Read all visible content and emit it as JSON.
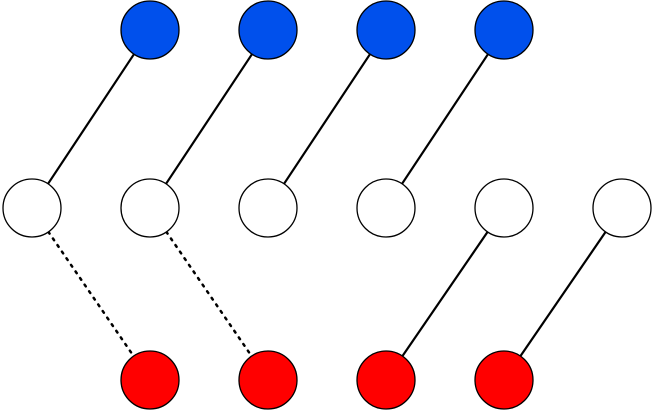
{
  "colors": {
    "top": "#0050ec",
    "middle": "#ffffff",
    "bottom": "#ff0000",
    "stroke": "#000000"
  },
  "rows": {
    "top": [
      "t1",
      "t2",
      "t3",
      "t4"
    ],
    "middle": [
      "m1",
      "m2",
      "m3",
      "m4",
      "m5",
      "m6"
    ],
    "bottom": [
      "b1",
      "b2",
      "b3",
      "b4"
    ]
  },
  "edges": [
    {
      "from": "t1",
      "to": "m1",
      "style": "solid"
    },
    {
      "from": "t2",
      "to": "m2",
      "style": "solid"
    },
    {
      "from": "t3",
      "to": "m3",
      "style": "solid"
    },
    {
      "from": "t4",
      "to": "m4",
      "style": "solid"
    },
    {
      "from": "m1",
      "to": "b1",
      "style": "dotted"
    },
    {
      "from": "m2",
      "to": "b2",
      "style": "dotted"
    },
    {
      "from": "m5",
      "to": "b3",
      "style": "solid"
    },
    {
      "from": "m6",
      "to": "b4",
      "style": "solid"
    }
  ]
}
